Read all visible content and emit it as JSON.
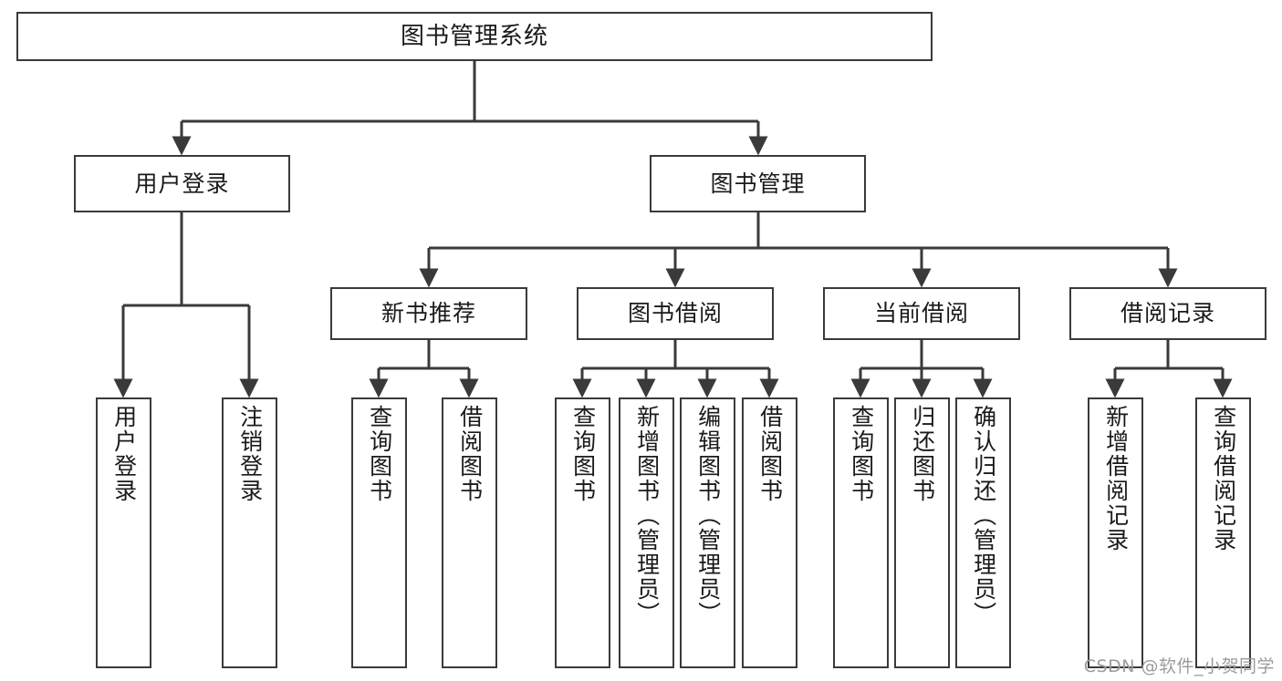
{
  "diagram": {
    "title": "图书管理系统",
    "type": "hierarchy-tree",
    "colors": {
      "box_border": "#3a3a3a",
      "box_fill": "#ffffff",
      "connector": "#3a3a3a",
      "text": "#1a1a1a",
      "watermark": "#9b9b9b"
    },
    "levels": {
      "root": {
        "label": "图书管理系统"
      },
      "level2": [
        {
          "id": "user-login",
          "label": "用户登录"
        },
        {
          "id": "book-management",
          "label": "图书管理"
        }
      ],
      "level3": [
        {
          "id": "new-book-recommend",
          "label": "新书推荐"
        },
        {
          "id": "book-borrow",
          "label": "图书借阅"
        },
        {
          "id": "current-borrow",
          "label": "当前借阅"
        },
        {
          "id": "borrow-record",
          "label": "借阅记录"
        }
      ],
      "leaves": {
        "user_login": [
          {
            "id": "leaf-user-login",
            "label": "用户登录"
          },
          {
            "id": "leaf-logout-login",
            "label": "注销登录"
          }
        ],
        "new_book_recommend": [
          {
            "id": "leaf-query-book-1",
            "label": "查询图书"
          },
          {
            "id": "leaf-borrow-book-1",
            "label": "借阅图书"
          }
        ],
        "book_borrow": [
          {
            "id": "leaf-query-book-2",
            "label": "查询图书"
          },
          {
            "id": "leaf-add-book",
            "label": "新增图书（管理员）"
          },
          {
            "id": "leaf-edit-book",
            "label": "编辑图书（管理员）"
          },
          {
            "id": "leaf-borrow-book-2",
            "label": "借阅图书"
          }
        ],
        "current_borrow": [
          {
            "id": "leaf-query-book-3",
            "label": "查询图书"
          },
          {
            "id": "leaf-return-book",
            "label": "归还图书"
          },
          {
            "id": "leaf-confirm-return",
            "label": "确认归还（管理员）"
          }
        ],
        "borrow_record": [
          {
            "id": "leaf-add-borrow-record",
            "label": "新增借阅记录"
          },
          {
            "id": "leaf-query-borrow-record",
            "label": "查询借阅记录"
          }
        ]
      }
    },
    "watermark": "CSDN @软件_小贺同学"
  }
}
